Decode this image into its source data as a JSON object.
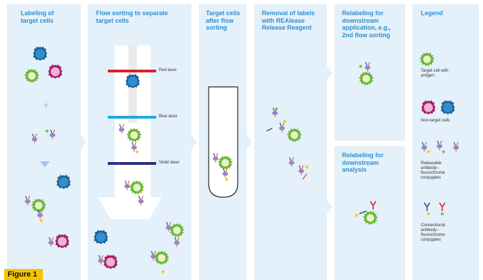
{
  "panels": [
    {
      "title": "Labeling of\ntarget cells"
    },
    {
      "title": "Flow sorting to separate\ntarget cells"
    },
    {
      "title": "Target cells\nafter flow\nsorting"
    },
    {
      "title": "Removal of labels\nwith REAlease\nRelease Reagent"
    },
    {
      "title": "Relabeling for\ndownstream\napplication, e.g.,\n2nd flow sorting"
    },
    {
      "title": "Relabeling for\ndownstream\nanalysis"
    },
    {
      "title": "Legend"
    }
  ],
  "lasers": [
    {
      "label": "Red laser",
      "color": "#d6222a"
    },
    {
      "label": "Blue laser",
      "color": "#1ea7e1"
    },
    {
      "label": "Violet laser",
      "color": "#2e2e7a"
    }
  ],
  "legend": {
    "target": "Target cell with\nantigen",
    "nontarget": "Non-target cells",
    "releasable": "Releasable\nantibody–\nfluorochrome\nconjugates",
    "conventional": "Conventional\nantibody–\nfluorochrome\nconjugates"
  },
  "figure_label": "Figure 1",
  "colors": {
    "panel_bg": "#e4f0fa",
    "title": "#2f8fd0",
    "target_cell": "#6cb83a",
    "nontarget_blue": "#2f7fc1",
    "nontarget_magenta": "#c0257e",
    "label": "#9a84c4",
    "figure_label_bg": "#f5c400"
  }
}
